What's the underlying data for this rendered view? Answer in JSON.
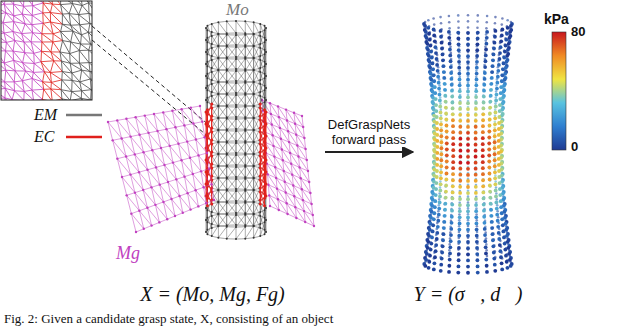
{
  "diagram": {
    "caption": "Fig. 2: Given a candidate grasp state, X, consisting of an object",
    "nodes": [
      {
        "text": [
          "X = (Mo, Mg, Fg)"
        ]
      },
      {
        "text": [
          "Y = (σ⃗, d⃗)"
        ]
      }
    ],
    "edges": [
      {
        "from": 0,
        "to": 1,
        "arrow": "to",
        "label": "DefGraspNets forward pass"
      }
    ],
    "labels": [
      "Mo",
      "Mg",
      "kPa",
      "80",
      "0"
    ],
    "legend": [
      {
        "text": "EM"
      },
      {
        "text": "EC"
      }
    ]
  }
}
